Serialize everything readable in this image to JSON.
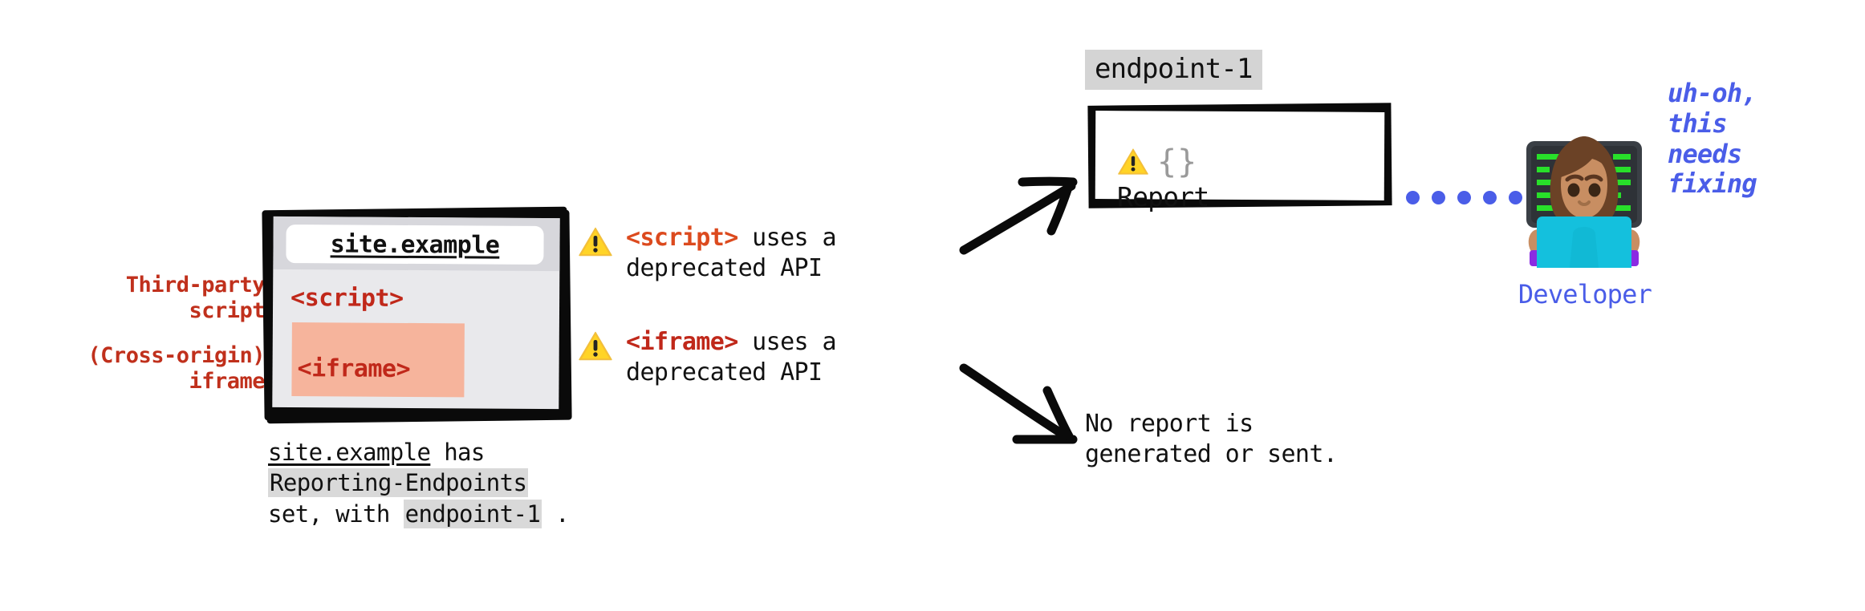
{
  "colors": {
    "red_annotation": "#c0301c",
    "tag_script": "#dc4a1e",
    "tag_iframe": "#c0281a",
    "developer_blue": "#4a5de8",
    "highlight_peach": "#f6b49c",
    "chip_gray": "#d9d9d9",
    "badge_gray": "#d4d4d4",
    "warning_yellow": "#fbc02d",
    "braces_gray": "#9a9a9a"
  },
  "left_annotations": [
    {
      "line1": "Third-party",
      "line2": "script"
    },
    {
      "line1": "(Cross-origin)",
      "line2": "iframe"
    }
  ],
  "browser": {
    "url": "site.example",
    "script_tag": "<script>",
    "iframe_tag": "<iframe>"
  },
  "browser_caption": {
    "line1_a": "site.example",
    "line1_b": " has",
    "line2": "Reporting-Endpoints",
    "line3_a": "set, with ",
    "line3_b": "endpoint-1",
    "line3_c": " ."
  },
  "warnings": [
    {
      "icon": "warning-triangle-icon",
      "tag": "<script>",
      "rest": " uses a",
      "line2": "deprecated API"
    },
    {
      "icon": "warning-triangle-icon",
      "tag": "<iframe>",
      "rest": " uses a",
      "line2": "deprecated API"
    }
  ],
  "endpoint_panel": {
    "badge": "endpoint-1",
    "warning_icon": "warning-triangle-icon",
    "braces": "{}",
    "label": "Report"
  },
  "no_report": "No report is\ngenerated or sent.",
  "connector": {
    "dot_count": 6,
    "color": "#4a5de8"
  },
  "developer": {
    "avatar_icon": "woman-technologist-emoji",
    "label": "Developer",
    "quote": "uh-oh,\nthis\nneeds\nfixing"
  }
}
